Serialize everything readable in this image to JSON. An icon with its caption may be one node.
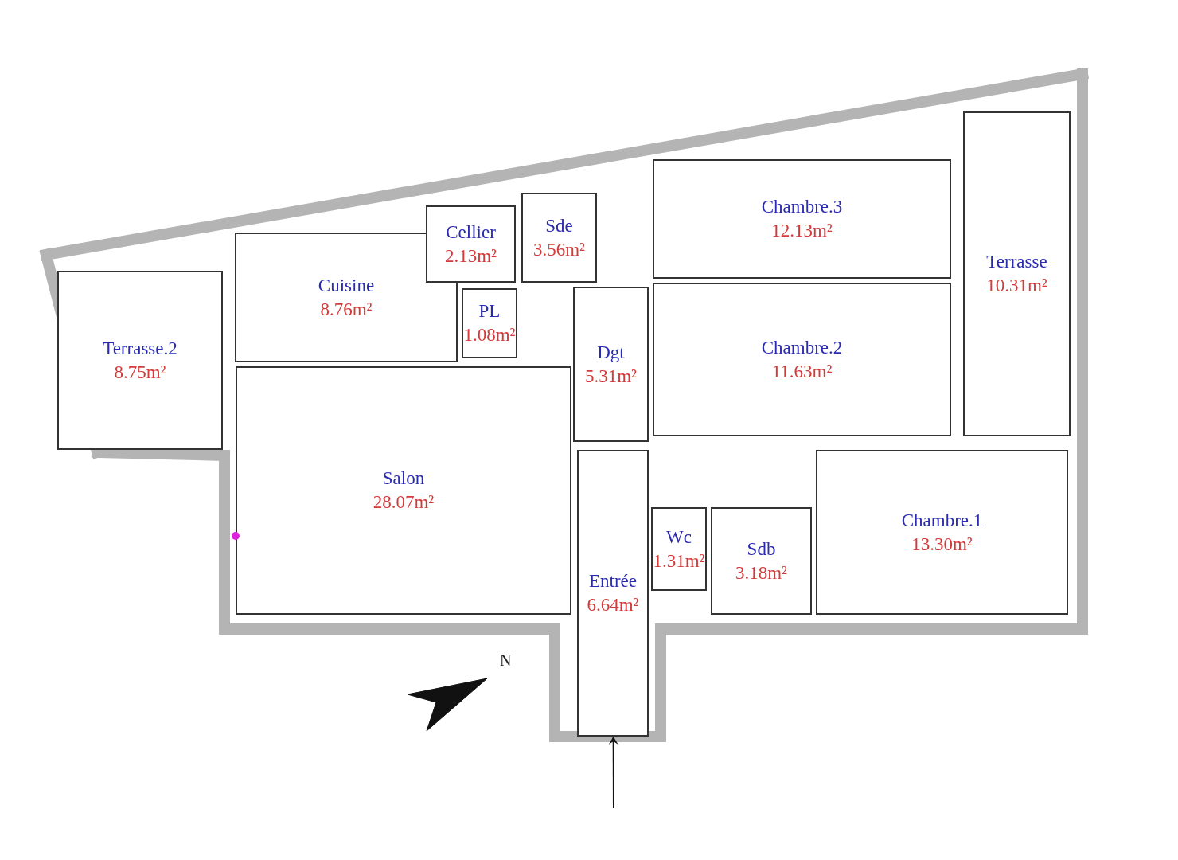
{
  "diagram": {
    "nodes": [
      {
        "text": [
          "Terrasse.2",
          "8.75m²"
        ]
      },
      {
        "text": [
          "Cuisine",
          "8.76m²"
        ]
      },
      {
        "text": [
          "Cellier",
          "2.13m²"
        ]
      },
      {
        "text": [
          "Sde",
          "3.56m²"
        ]
      },
      {
        "text": [
          "PL",
          "1.08m²"
        ]
      },
      {
        "text": [
          "Dgt",
          "5.31m²"
        ]
      },
      {
        "text": [
          "Chambre.3",
          "12.13m²"
        ]
      },
      {
        "text": [
          "Chambre.2",
          "11.63m²"
        ]
      },
      {
        "text": [
          "Terrasse",
          "10.31m²"
        ]
      },
      {
        "text": [
          "Salon",
          "28.07m²"
        ]
      },
      {
        "text": [
          "Entrée",
          "6.64m²"
        ]
      },
      {
        "text": [
          "Wc",
          "1.31m²"
        ]
      },
      {
        "text": [
          "Sdb",
          "3.18m²"
        ]
      },
      {
        "text": [
          "Chambre.1",
          "13.30m²"
        ]
      }
    ],
    "edges": [
      {
        "from": null,
        "to": 10,
        "arrow": "to"
      }
    ],
    "labels": [
      "N"
    ]
  }
}
